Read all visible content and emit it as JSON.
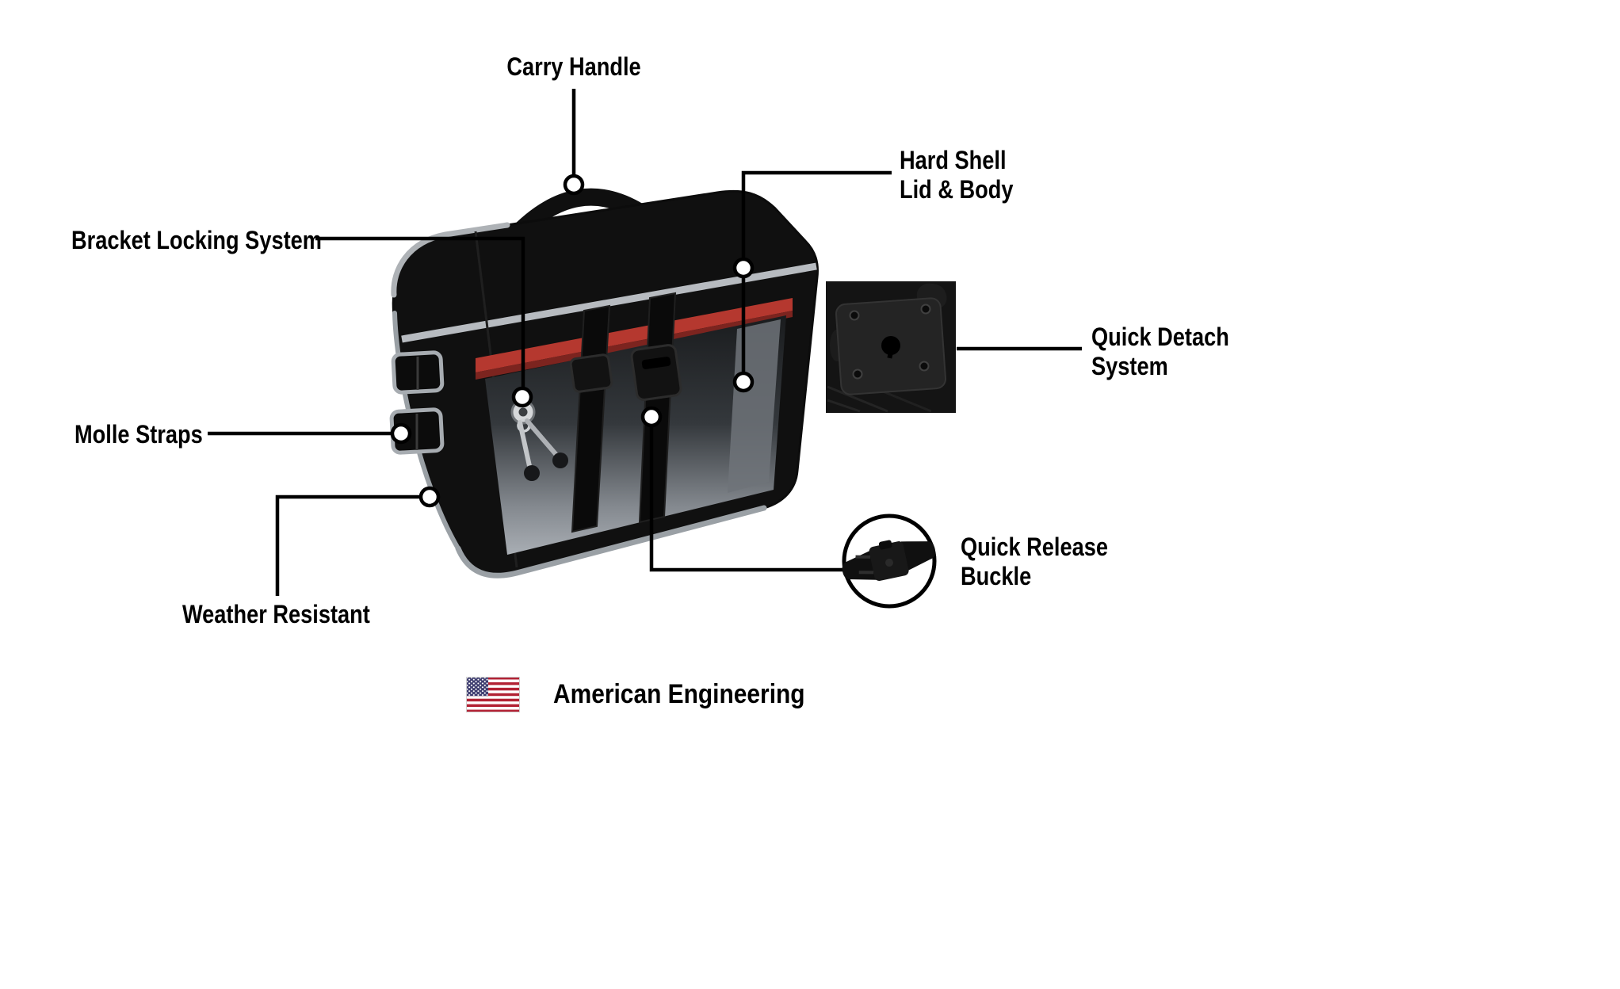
{
  "colors": {
    "background": "#ffffff",
    "line": "#000000",
    "bag_black": "#101010",
    "piping_gray": "#a7acb1",
    "accent_red": "#b5382f",
    "accent_red_dark": "#7c241f",
    "flag_red": "#b22234",
    "flag_blue": "#3c3b6e"
  },
  "callouts": {
    "carry_handle": "Carry Handle",
    "hard_shell_line1": "Hard Shell",
    "hard_shell_line2": "Lid & Body",
    "bracket_locking": "Bracket Locking System",
    "molle_straps": "Molle Straps",
    "weather_resistant": "Weather Resistant",
    "quick_detach_line1": "Quick Detach",
    "quick_detach_line2": "System",
    "quick_release_line1": "Quick Release",
    "quick_release_line2": "Buckle"
  },
  "footer": {
    "text": "American Engineering"
  }
}
